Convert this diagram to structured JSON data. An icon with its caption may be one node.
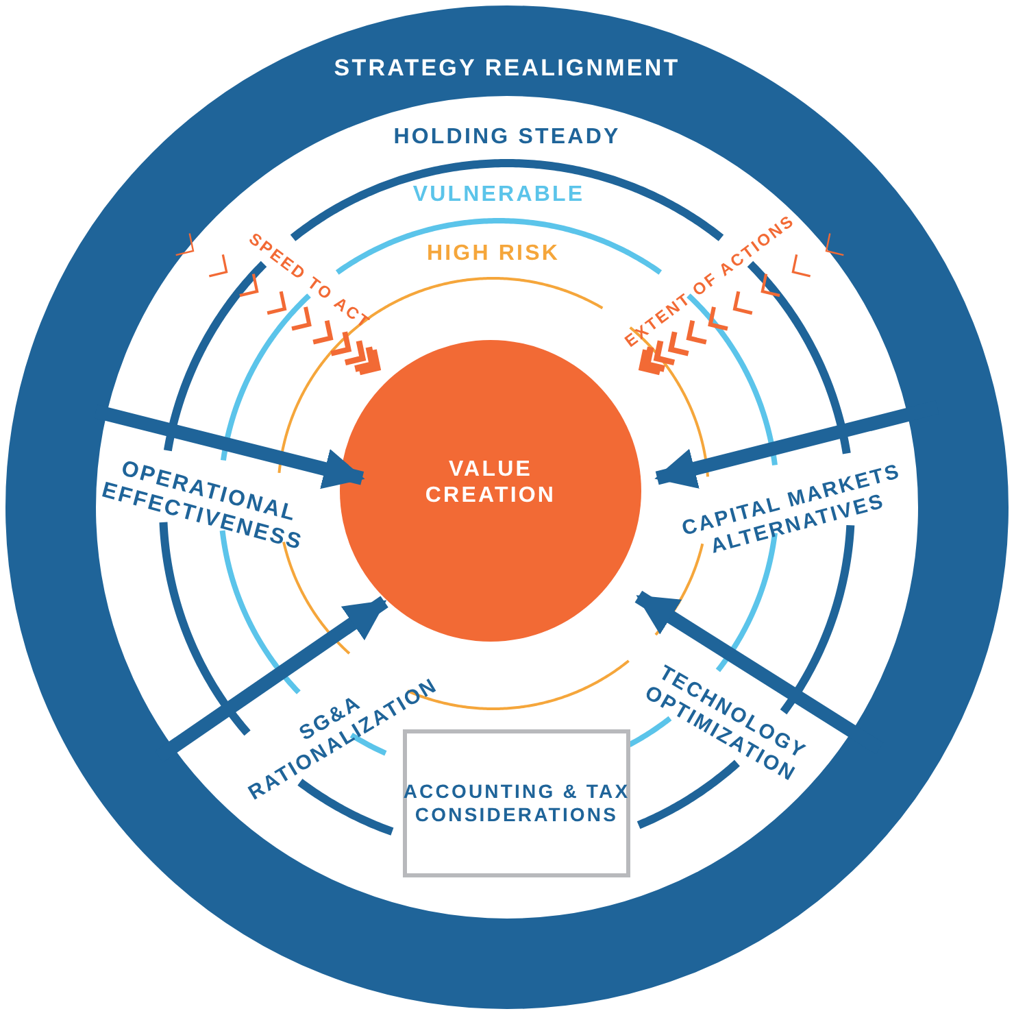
{
  "diagram": {
    "nodes": [
      {
        "text": [
          "STRATEGY REALIGNMENT"
        ]
      },
      {
        "text": [
          "HOLDING STEADY"
        ],
        "in": 0
      },
      {
        "text": [
          "VULNERABLE"
        ],
        "in": 1
      },
      {
        "text": [
          "HIGH RISK"
        ],
        "in": 2
      },
      {
        "text": [
          "VALUE CREATION"
        ],
        "in": 3
      },
      {
        "text": [
          "ACCOUNTING & TAX CONSIDERATIONS"
        ],
        "in": 0
      }
    ],
    "edges": [
      {
        "from": null,
        "to": 4,
        "arrow": "to",
        "label": "OPERATIONAL EFFECTIVENESS"
      },
      {
        "from": null,
        "to": 4,
        "arrow": "to",
        "label": "CAPITAL MARKETS ALTERNATIVES"
      },
      {
        "from": null,
        "to": 4,
        "arrow": "to",
        "label": "SG&A RATIONALIZATION"
      },
      {
        "from": null,
        "to": 4,
        "arrow": "to",
        "label": "TECHNOLOGY OPTIMIZATION"
      }
    ],
    "labels": [
      "SPEED TO ACT",
      "EXTENT OF ACTIONS"
    ]
  }
}
